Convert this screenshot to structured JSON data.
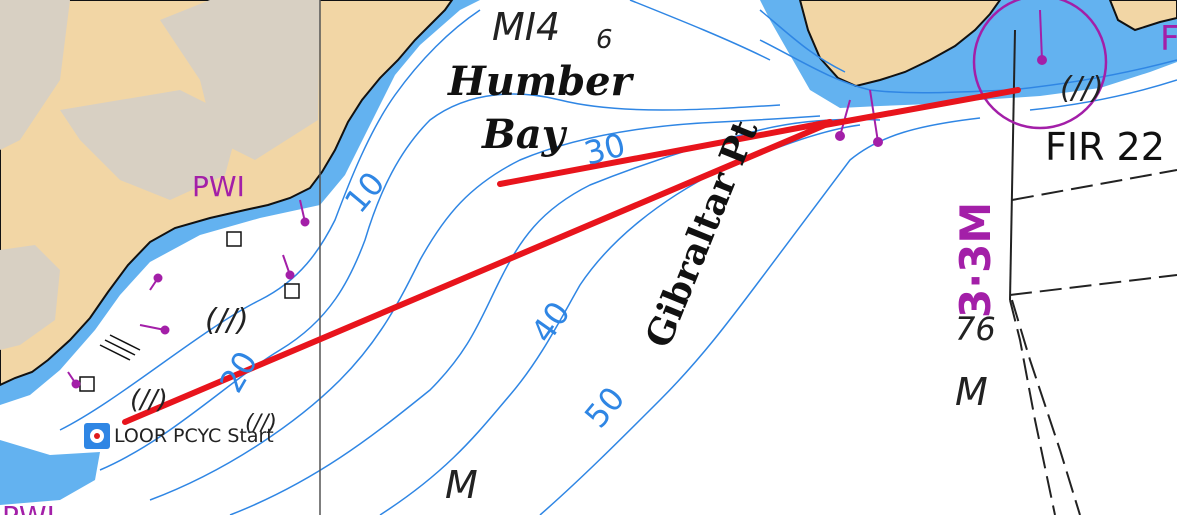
{
  "map": {
    "place_names": {
      "bay_line1": "Humber",
      "bay_line2": "Bay",
      "point": "Gibraltar Pt"
    },
    "depth_labels": [
      "10",
      "20",
      "30",
      "40",
      "50"
    ],
    "marine_labels": {
      "pwi_top": "PWI",
      "pwi_bottom": "PWI",
      "chart_ref": "MI4",
      "chart_ref_sub": "6",
      "light_range": "3·3M",
      "light_code": "FIR 22",
      "sounding": "76",
      "mud_1": "M",
      "mud_2": "M",
      "wreck_1": "(//)",
      "wreck_2": "(//)",
      "wreck_3": "(//)",
      "wreck_4": "(//)",
      "letter_f": "F"
    },
    "route": {
      "start_label": "LOOR PCYC Start",
      "line_color": "#e8141c"
    },
    "colors": {
      "land": "#f2d6a5",
      "built_up": "#d8d0c3",
      "shallow_water": "#63b2f0",
      "contour": "#2f86e4",
      "deep_water": "#ffffff",
      "magenta": "#a31fa8"
    }
  }
}
